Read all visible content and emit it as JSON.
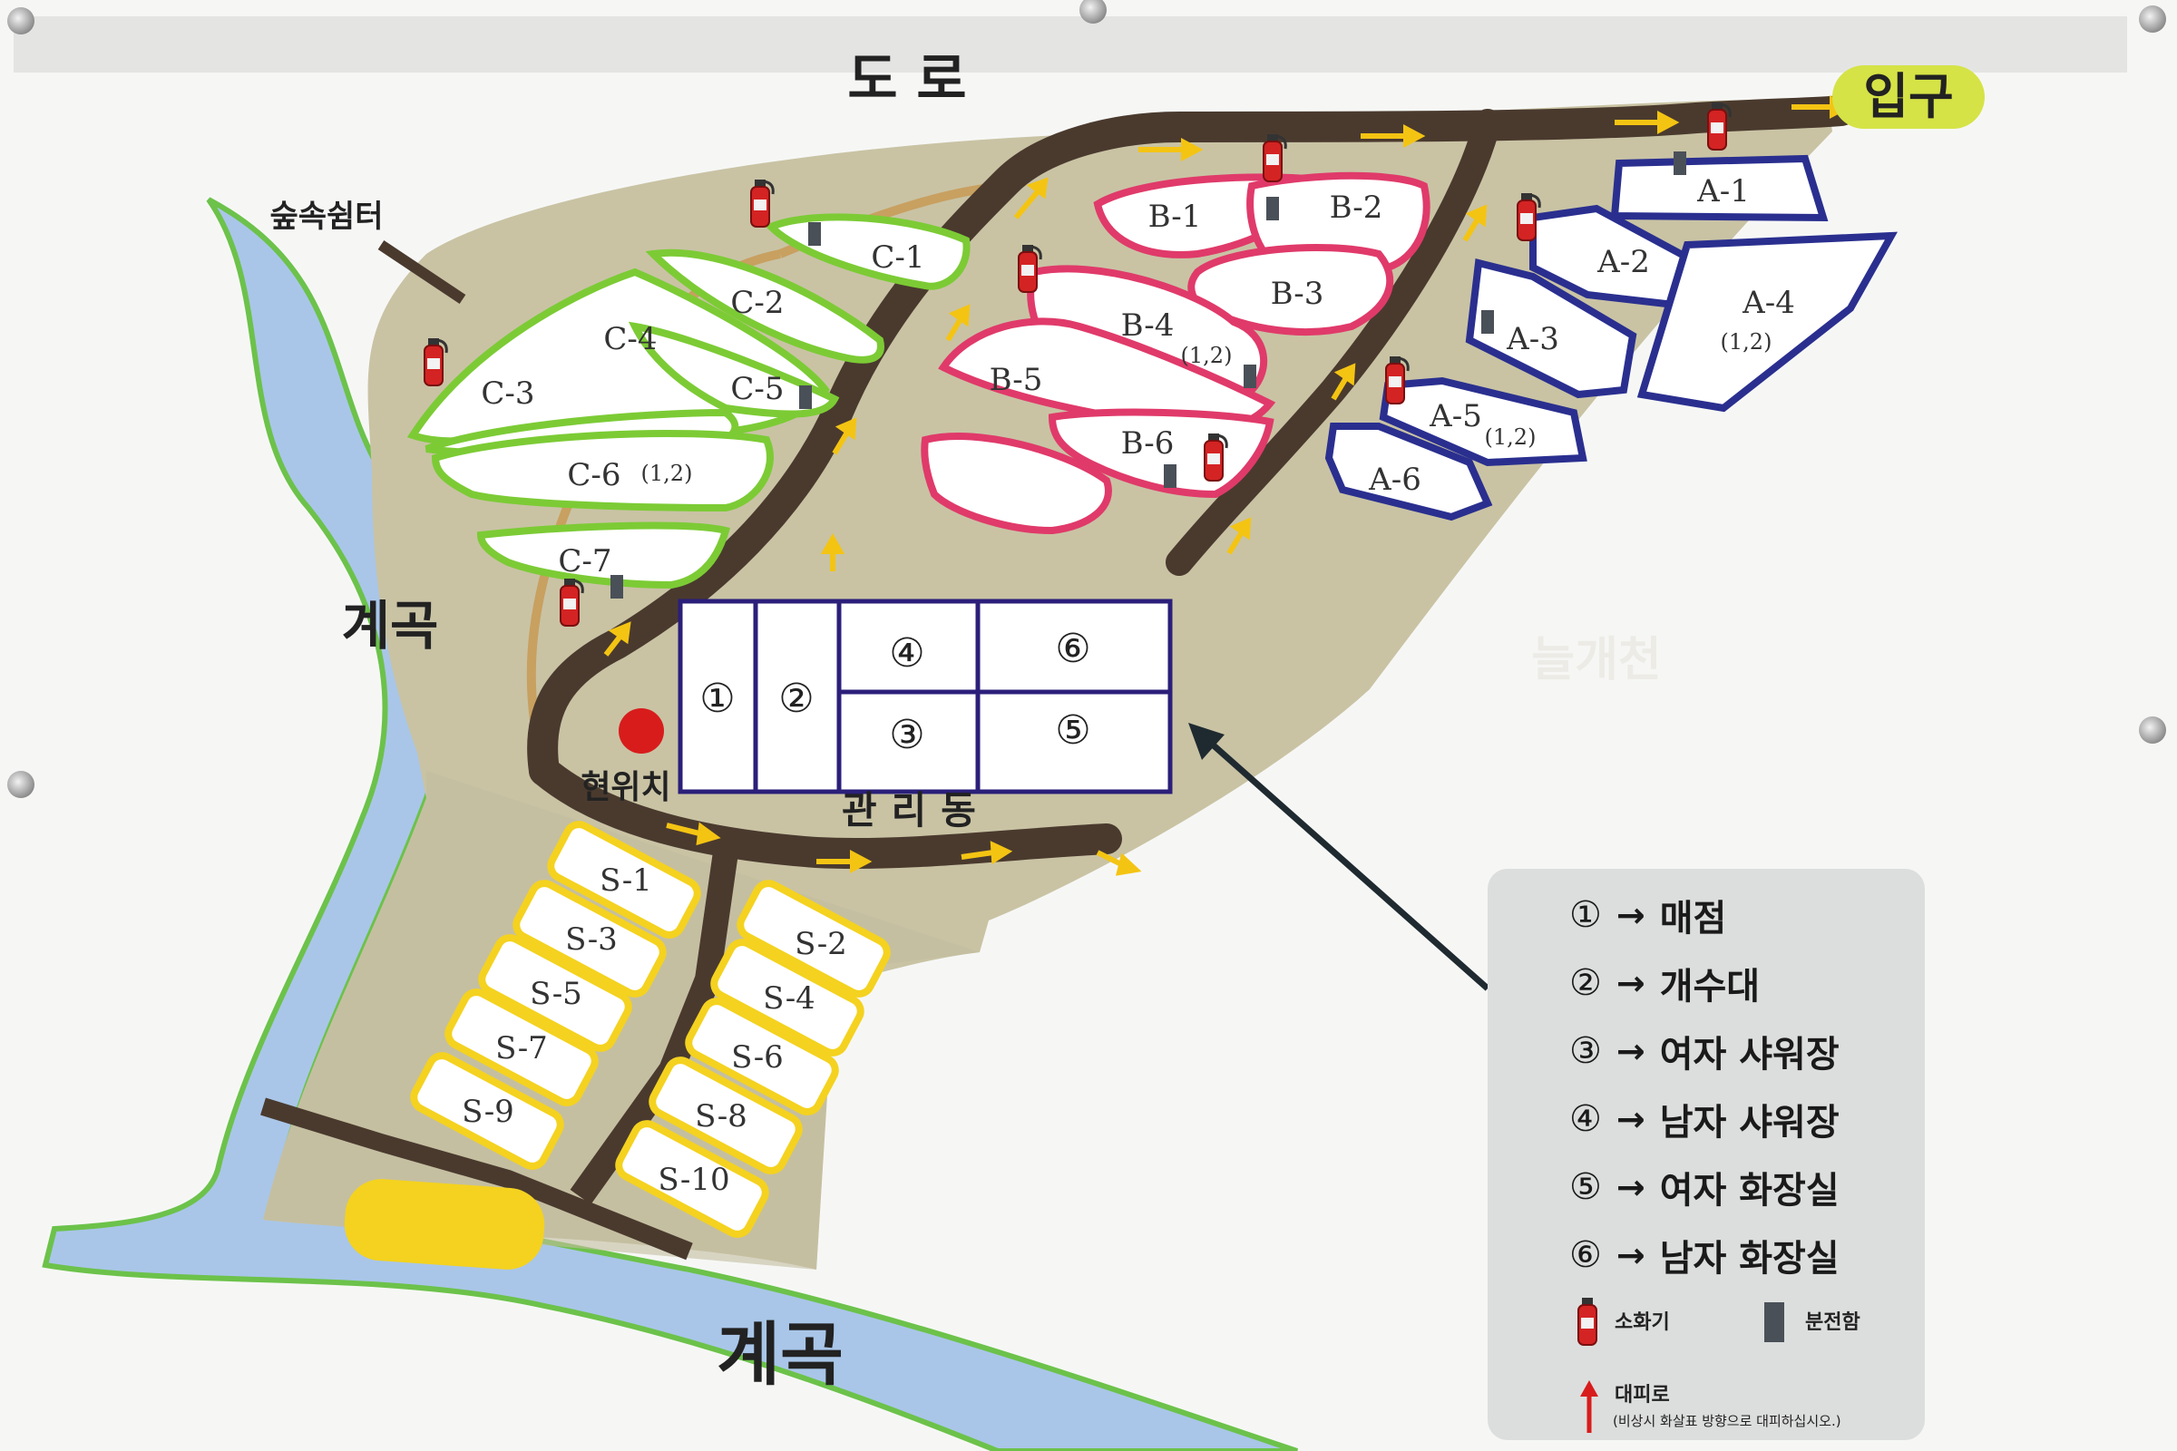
{
  "map": {
    "road_label": "도 로",
    "entrance_label": "입구",
    "stream_left_label": "계곡",
    "stream_bottom_label": "계곡",
    "forest_rest_label": "숲속쉼터",
    "current_location_label": "현위치",
    "management_label": "관리동",
    "faded_label": "늘개천",
    "colors": {
      "zone_a": "#2a2f8f",
      "zone_b": "#e03a6a",
      "zone_c": "#7ccb35",
      "zone_s": "#f4d21f",
      "path": "#4a3a2e",
      "terrain": "#c9c3a4",
      "stream": "#a9c6e8",
      "stream_edge": "#6cc24a",
      "current_location": "#d81c1c"
    },
    "sites_a": [
      "A-1",
      "A-2",
      "A-3",
      "A-4",
      "A-5",
      "A-6"
    ],
    "sites_a_notes": {
      "a4": "(1,2)",
      "a5": "(1,2)"
    },
    "sites_b": [
      "B-1",
      "B-2",
      "B-3",
      "B-4",
      "B-5",
      "B-6"
    ],
    "sites_b_notes": {
      "b4": "(1,2)"
    },
    "sites_c": [
      "C-1",
      "C-2",
      "C-3",
      "C-4",
      "C-5",
      "C-6",
      "C-7"
    ],
    "sites_c_notes": {
      "c6": "(1,2)"
    },
    "sites_s": [
      "S-1",
      "S-2",
      "S-3",
      "S-4",
      "S-5",
      "S-6",
      "S-7",
      "S-8",
      "S-9",
      "S-10"
    ],
    "building_cells": [
      "①",
      "②",
      "④",
      "③",
      "⑥",
      "⑤"
    ]
  },
  "legend": {
    "items": [
      {
        "num": "①",
        "arrow": "→",
        "label": "매점"
      },
      {
        "num": "②",
        "arrow": "→",
        "label": "개수대"
      },
      {
        "num": "③",
        "arrow": "→",
        "label": "여자 샤워장"
      },
      {
        "num": "④",
        "arrow": "→",
        "label": "남자 샤워장"
      },
      {
        "num": "⑤",
        "arrow": "→",
        "label": "여자 화장실"
      },
      {
        "num": "⑥",
        "arrow": "→",
        "label": "남자 화장실"
      }
    ],
    "extinguisher_label": "소화기",
    "panel_label": "분전함",
    "evacuation_label": "대피로",
    "evacuation_note": "(비상시 화살표 방향으로 대피하십시오.)",
    "icons": [
      "fire-extinguisher-icon",
      "electric-panel-icon",
      "evacuation-arrow-icon"
    ]
  }
}
